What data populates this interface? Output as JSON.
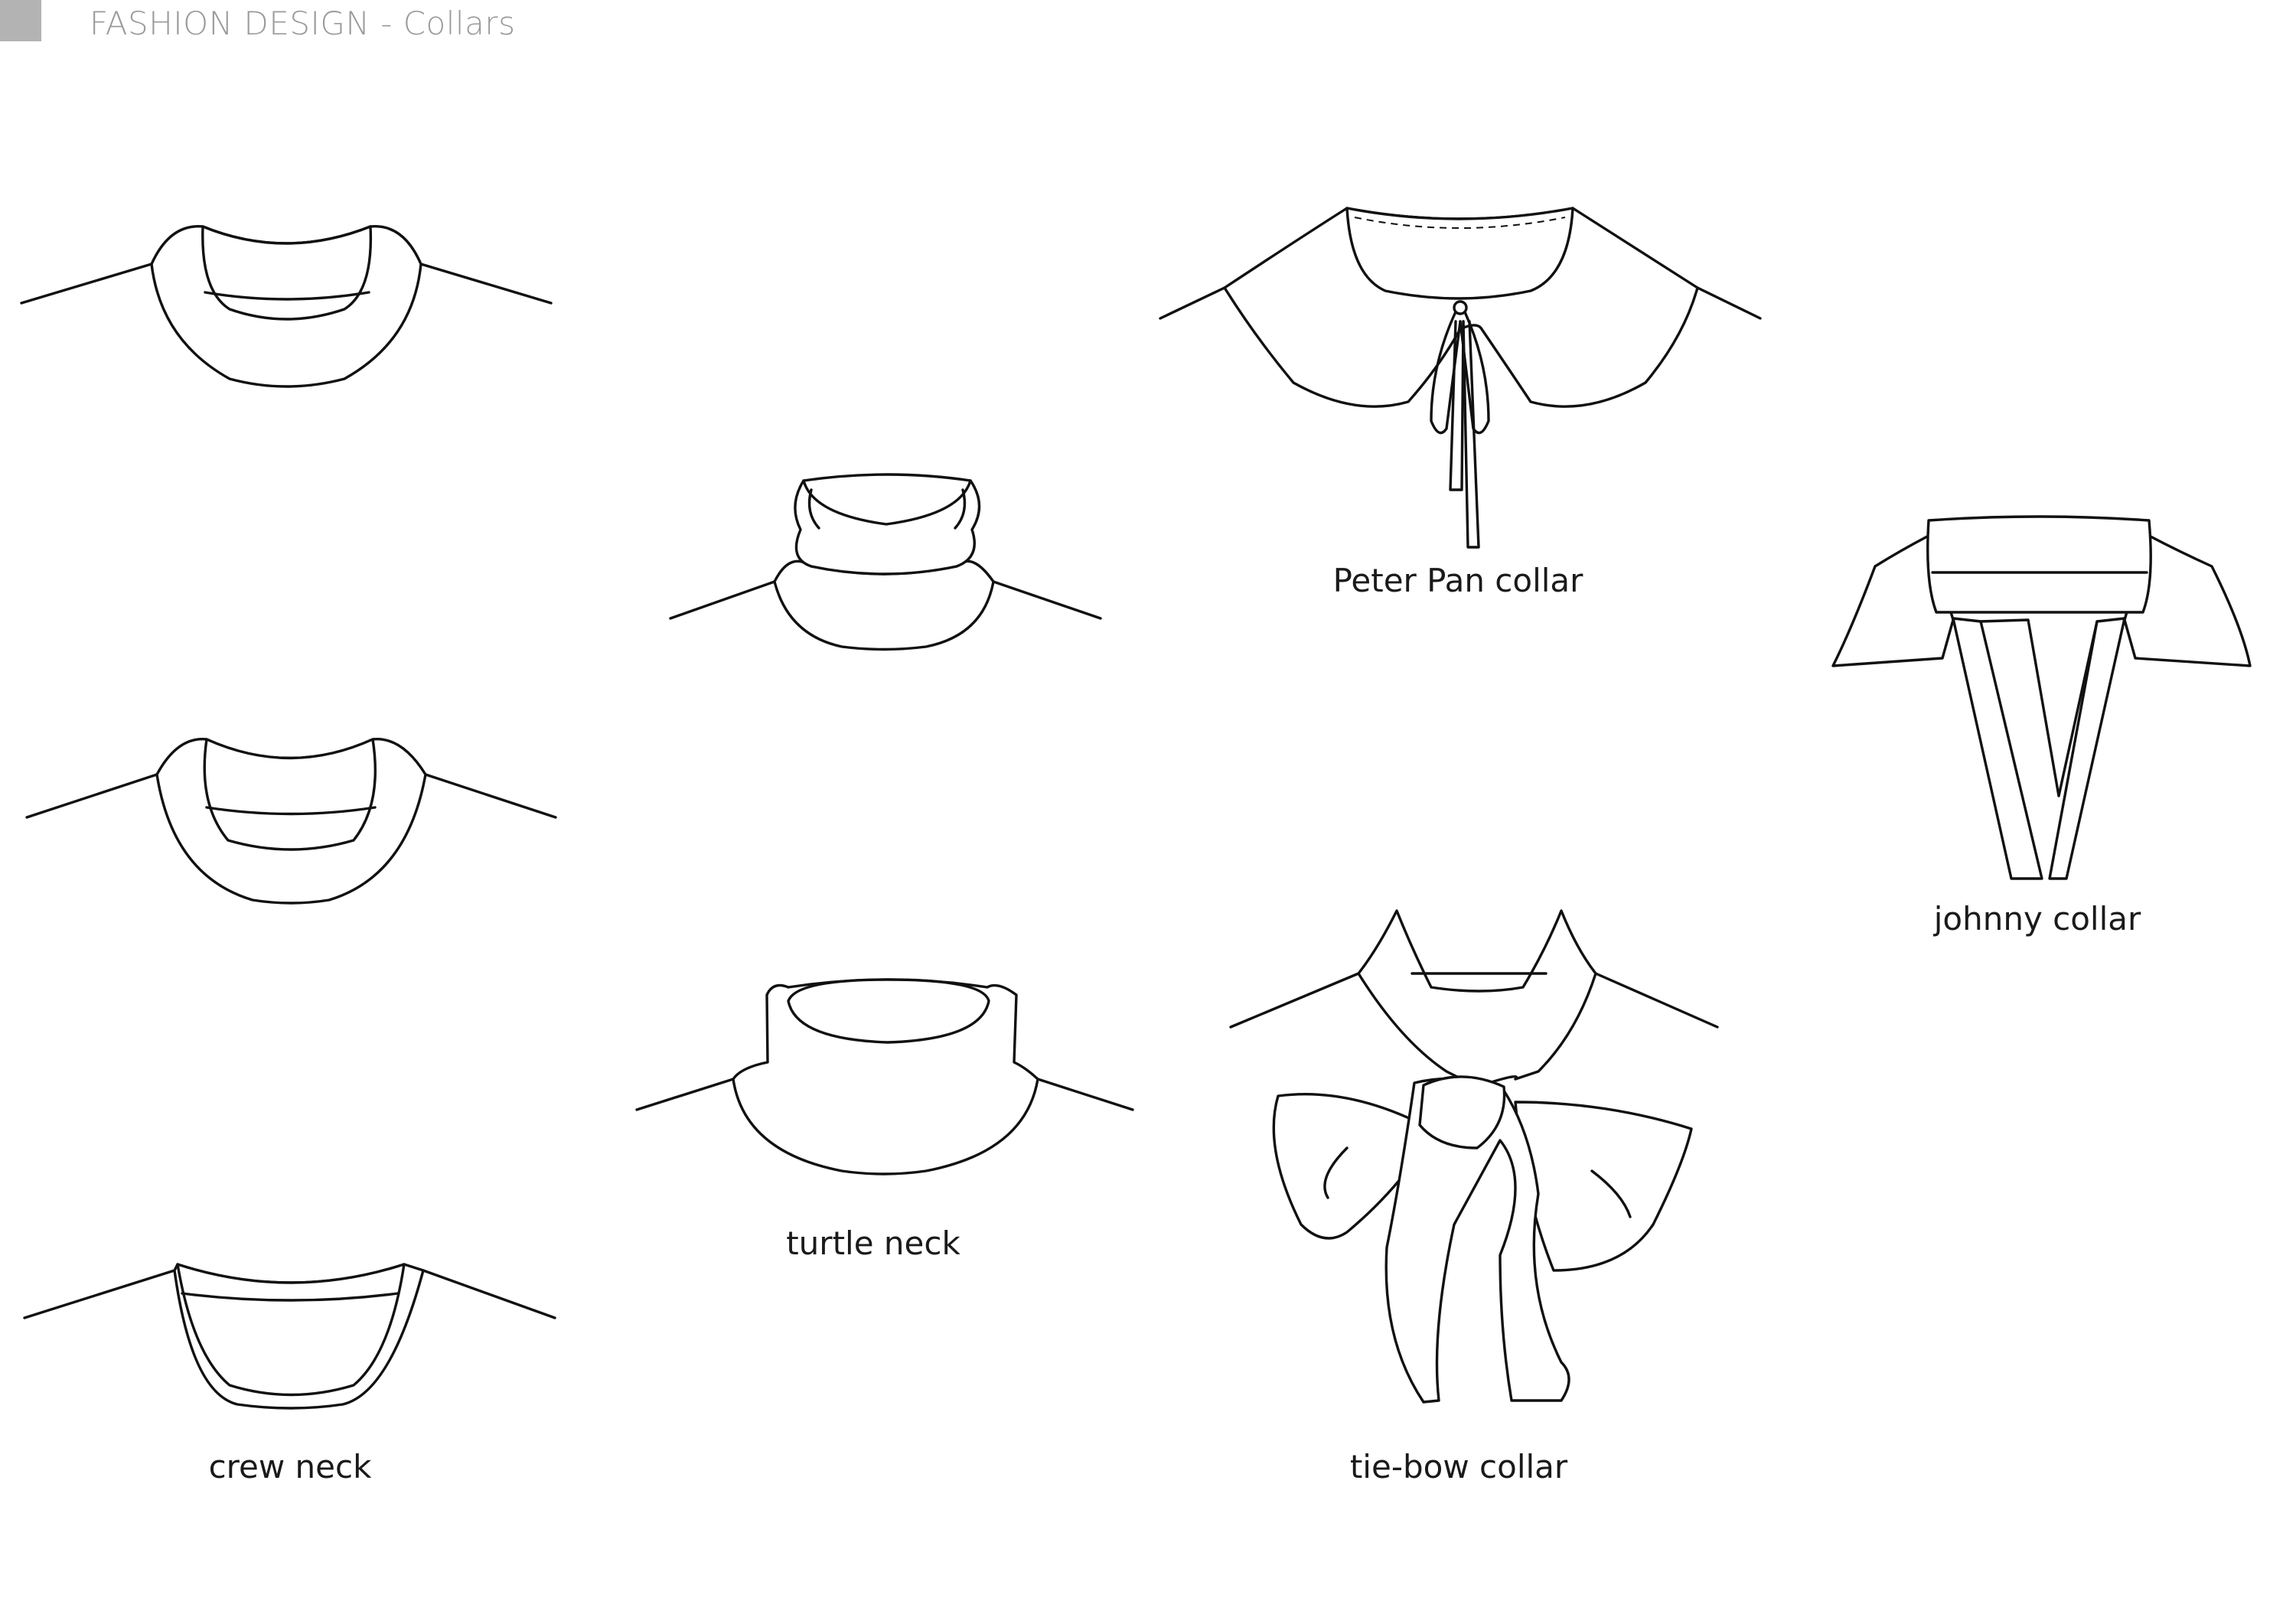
{
  "header": {
    "title": "FASHION DESIGN - Collars"
  },
  "captions": {
    "crew_neck": "crew neck",
    "turtle_neck": "turtle neck",
    "peter_pan": "Peter Pan collar",
    "tie_bow": "tie-bow collar",
    "johnny": "johnny collar"
  },
  "colors": {
    "background": "#ffffff",
    "line": "#111111",
    "header_text": "#9a9a9a",
    "marker": "#b3b3b3"
  }
}
